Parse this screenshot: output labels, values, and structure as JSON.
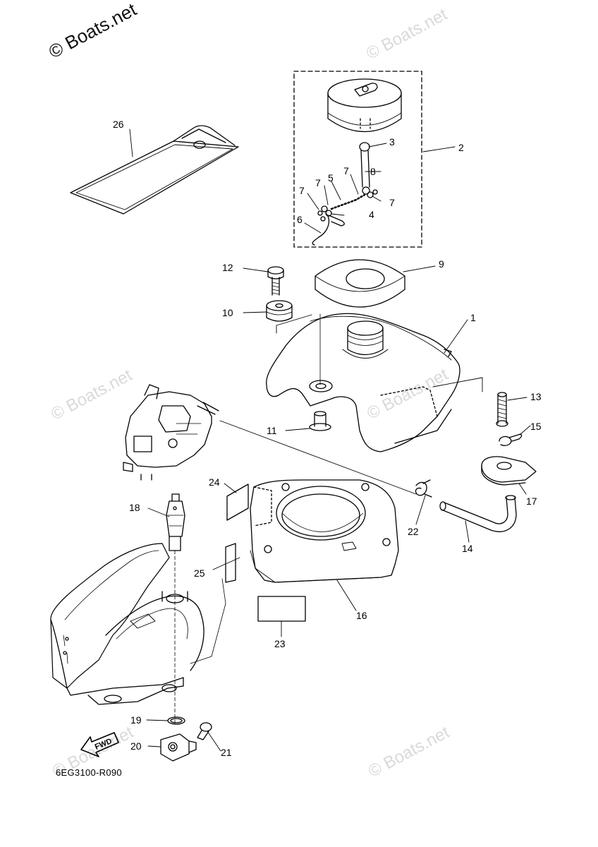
{
  "watermark": {
    "main": "© Boats.net",
    "faint": "© Boats.net"
  },
  "diagram_code": "6EG3100-R090",
  "fwd_label": "FWD",
  "callouts": [
    {
      "id": "c1",
      "text": "1"
    },
    {
      "id": "c2",
      "text": "2"
    },
    {
      "id": "c3",
      "text": "3"
    },
    {
      "id": "c4",
      "text": "4"
    },
    {
      "id": "c5",
      "text": "5"
    },
    {
      "id": "c6",
      "text": "6"
    },
    {
      "id": "c7a",
      "text": "7"
    },
    {
      "id": "c7b",
      "text": "7"
    },
    {
      "id": "c7c",
      "text": "7"
    },
    {
      "id": "c7d",
      "text": "7"
    },
    {
      "id": "c8",
      "text": "8"
    },
    {
      "id": "c9",
      "text": "9"
    },
    {
      "id": "c10",
      "text": "10"
    },
    {
      "id": "c11",
      "text": "11"
    },
    {
      "id": "c12",
      "text": "12"
    },
    {
      "id": "c13",
      "text": "13"
    },
    {
      "id": "c14",
      "text": "14"
    },
    {
      "id": "c15",
      "text": "15"
    },
    {
      "id": "c16",
      "text": "16"
    },
    {
      "id": "c17",
      "text": "17"
    },
    {
      "id": "c18",
      "text": "18"
    },
    {
      "id": "c19",
      "text": "19"
    },
    {
      "id": "c20",
      "text": "20"
    },
    {
      "id": "c21",
      "text": "21"
    },
    {
      "id": "c22",
      "text": "22"
    },
    {
      "id": "c23",
      "text": "23"
    },
    {
      "id": "c24",
      "text": "24"
    },
    {
      "id": "c25",
      "text": "25"
    },
    {
      "id": "c26",
      "text": "26"
    }
  ]
}
